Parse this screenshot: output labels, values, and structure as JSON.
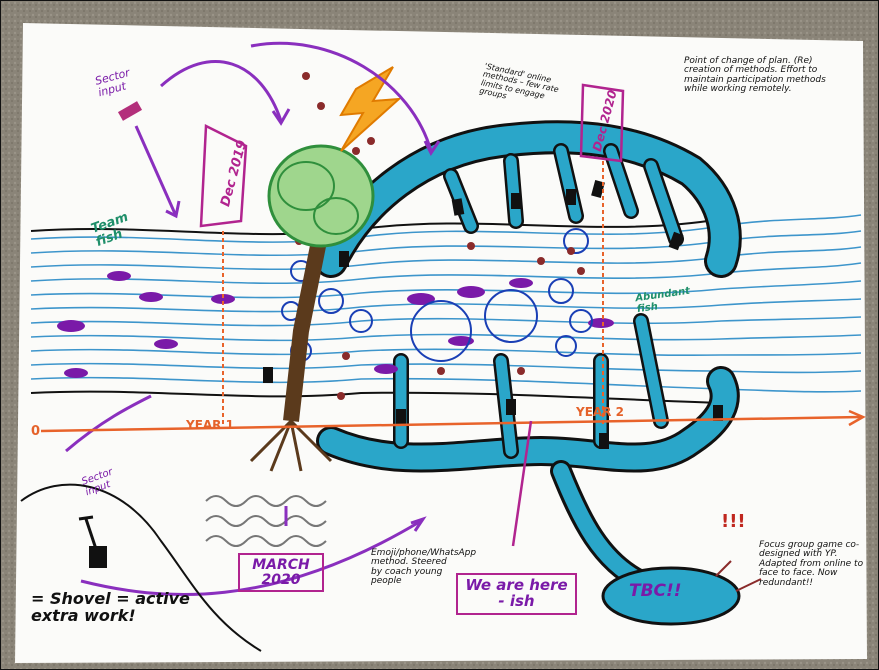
{
  "labels": {
    "sector_input_top": "Sector input",
    "team_fish": "Team fish",
    "dec_2019": "Dec 2019",
    "dec_2020": "Dec 2020",
    "standard_online_note": "'Standard' online methods – few rate limits to engage groups",
    "change_plan_note": "Point of change of plan. (Re) creation of methods. Effort to maintain participation methods while working remotely.",
    "year0": "0",
    "year1": "YEAR 1",
    "year2": "YEAR 2",
    "abundant_fish": "Abundant fish",
    "sector_input_bottom": "Sector input",
    "march_2020": "MARCH 2020",
    "emoji_note": "Emoji/phone/WhatsApp method. Steered by coach young people",
    "we_are_here": "We are here - ish",
    "tbc": "TBC!!",
    "exclaims": "!!!",
    "focus_group_note": "Focus group game co-designed with YP. Adapted from online to face to face. Now redundant!!",
    "shovel_legend": "= Shovel = active extra work!"
  },
  "colors": {
    "paper": "#fbfbf9",
    "carpet": "#8a8478",
    "river_blue": "#2aa6c9",
    "river_dark": "#0e6f97",
    "stream_lines": "#1c84c4",
    "purple_ink": "#7a1aa8",
    "orange_ink": "#e8632b",
    "tree_trunk": "#5b3a1c",
    "tree_green": "#3aa64a",
    "magenta_ink": "#b1248f",
    "lightning": "#f5a623"
  }
}
